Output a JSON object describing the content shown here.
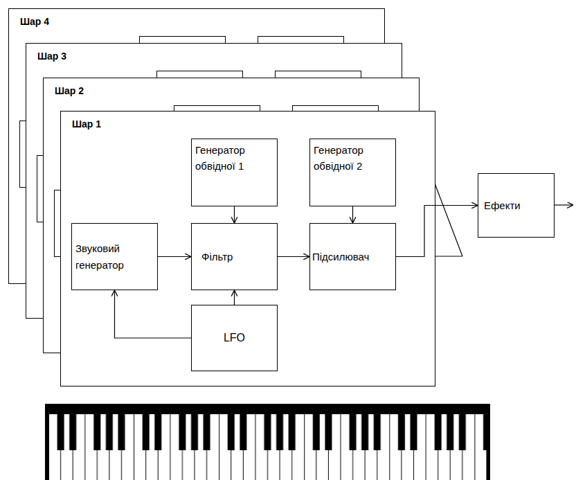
{
  "diagram": {
    "nodes": [
      {
        "text": [
          "Шар 4"
        ]
      },
      {
        "text": [
          "Шар 3"
        ]
      },
      {
        "text": [
          "Шар 2"
        ]
      },
      {
        "text": [
          "Шар 1"
        ]
      },
      {
        "text": [
          "Генератор обвідної 1"
        ],
        "in": 3
      },
      {
        "text": [
          "Генератор обвідної 2"
        ],
        "in": 3
      },
      {
        "text": [
          "Звуковий генератор"
        ],
        "in": 3
      },
      {
        "text": [
          "Фільтр"
        ],
        "in": 3
      },
      {
        "text": [
          "Підсилювач"
        ],
        "in": 3
      },
      {
        "text": [
          "LFO"
        ],
        "in": 3
      },
      {
        "text": [
          "Ефекти"
        ]
      }
    ],
    "edges": [
      {
        "from": 6,
        "to": 7,
        "arrow": "to"
      },
      {
        "from": 4,
        "to": 7,
        "arrow": "to"
      },
      {
        "from": 7,
        "to": 8,
        "arrow": "to"
      },
      {
        "from": 5,
        "to": 8,
        "arrow": "to"
      },
      {
        "from": 9,
        "to": 7,
        "arrow": "to"
      },
      {
        "from": 9,
        "to": 6,
        "arrow": "to"
      },
      {
        "from": 8,
        "to": 10,
        "arrow": "to"
      }
    ]
  }
}
